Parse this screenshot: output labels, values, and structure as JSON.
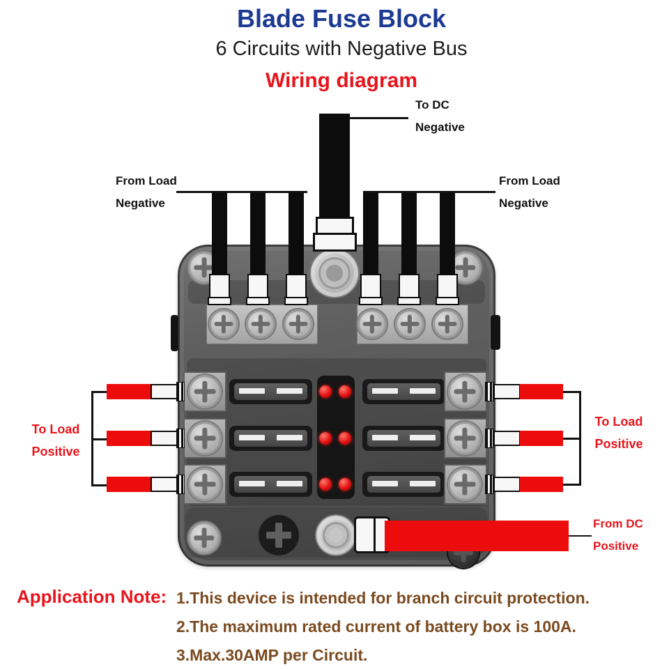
{
  "header": {
    "title": "Blade Fuse Block",
    "subtitle": "6 Circuits with Negative Bus",
    "diagram_heading": "Wiring diagram"
  },
  "wiring_labels": {
    "to_dc_negative": [
      "To DC",
      "Negative"
    ],
    "from_load_negative_left": [
      "From Load",
      "Negative"
    ],
    "from_load_negative_right": [
      "From Load",
      "Negative"
    ],
    "to_load_positive_left": [
      "To Load",
      "Positive"
    ],
    "to_load_positive_right": [
      "To Load",
      "Positive"
    ],
    "from_dc_positive": [
      "From DC",
      "Positive"
    ]
  },
  "application_note": {
    "heading": "Application Note:",
    "items": [
      "1.This device is intended for branch circuit protection.",
      "2.The maximum rated current of battery box is 100A.",
      "3.Max.30AMP per Circuit."
    ]
  },
  "device": {
    "circuit_count": 6,
    "fuse_rows": 3,
    "fuses_per_row": 2,
    "leds_per_row": 2,
    "top_negative_wires": 6,
    "side_positive_wires": 6
  },
  "colors": {
    "title_blue": "#1c3a94",
    "heading_red": "#e8141c",
    "label_black": "#111111",
    "note_brown": "#7a4a1f",
    "wire_red": "#ec0c0c",
    "wire_black": "#0c0c0c",
    "led_red": "#e31212"
  }
}
